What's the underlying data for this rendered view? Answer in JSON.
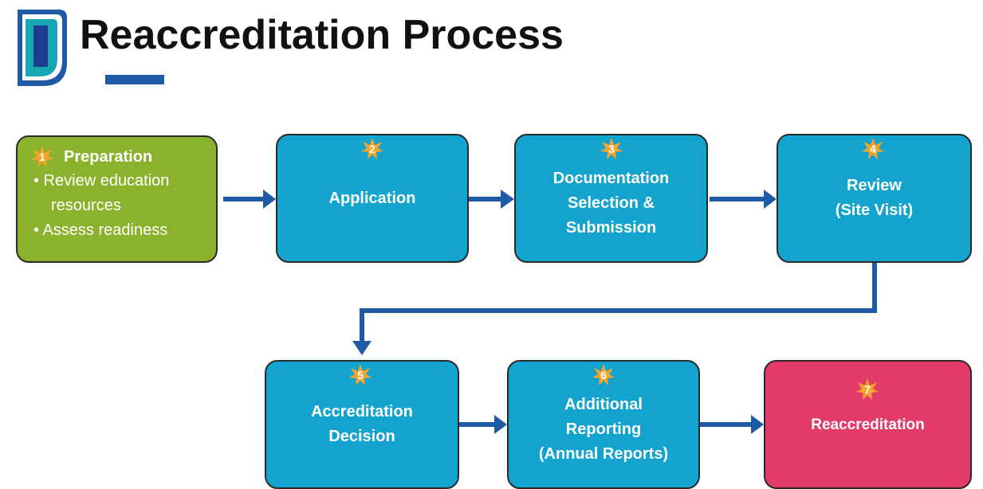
{
  "header": {
    "title": "Reaccreditation Process"
  },
  "colors": {
    "brand": "#1f5aa6",
    "step_blue": "#12a3cf",
    "preparation_green": "#8bb22c",
    "final_pink": "#e33a6a",
    "badge_orange": "#f6a42c"
  },
  "steps": [
    {
      "number": "1",
      "title": "Preparation",
      "bullets": [
        "• Review education",
        "resources",
        "• Assess readiness"
      ]
    },
    {
      "number": "2",
      "lines": [
        "Application"
      ]
    },
    {
      "number": "3",
      "lines": [
        "Documentation",
        "Selection &",
        "Submission"
      ]
    },
    {
      "number": "4",
      "lines": [
        "Review",
        "(Site Visit)"
      ]
    },
    {
      "number": "5",
      "lines": [
        "Accreditation",
        "Decision"
      ]
    },
    {
      "number": "6",
      "lines": [
        "Additional",
        "Reporting",
        "(Annual Reports)"
      ]
    },
    {
      "number": "7",
      "lines": [
        "Reaccreditation"
      ]
    }
  ]
}
